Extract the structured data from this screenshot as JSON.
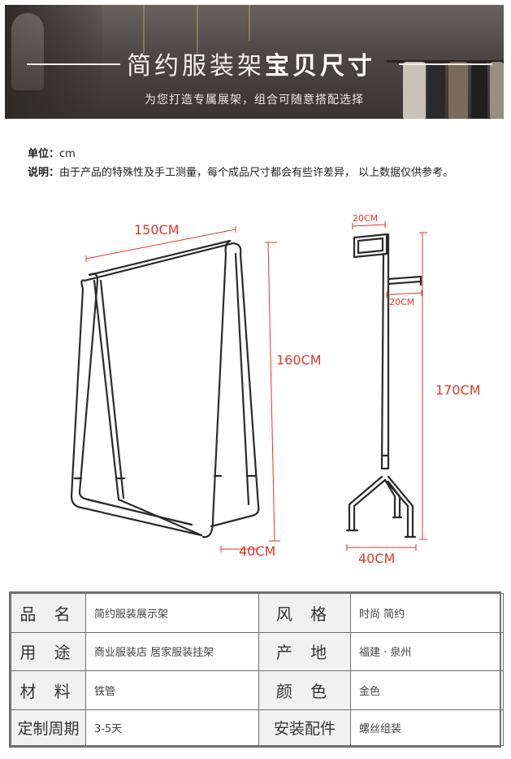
{
  "banner": {
    "title_light": "简约服装架",
    "title_bold": "宝贝尺寸",
    "subtitle": "为您打造专属展架，组合可随意搭配选择"
  },
  "notes": {
    "unit_label": "单位：",
    "unit_value": "cm",
    "desc_label": "说明：",
    "desc_value": "由于产品的特殊性及手工测量，每个成品尺寸都会有些许差异， 以上数据仅供参考。"
  },
  "dimensions": {
    "front_width": "150CM",
    "front_height": "160CM",
    "front_depth": "40CM",
    "side_top": "20CM",
    "side_arm": "20CM",
    "side_height": "170CM",
    "side_base": "40CM"
  },
  "spec_table": [
    {
      "k1": "品 名",
      "v1": "简约服装展示架",
      "k2": "风 格",
      "v2": "时尚 简约"
    },
    {
      "k1": "用 途",
      "v1": "商业服装店 居家服装挂架",
      "k2": "产 地",
      "v2": "福建 · 泉州"
    },
    {
      "k1": "材 料",
      "v1": "铁管",
      "k2": "颜 色",
      "v2": "金色"
    },
    {
      "k1": "定制周期",
      "v1": "3-5天",
      "k2": "安装配件",
      "v2": "螺丝组装"
    }
  ],
  "colors": {
    "dimension": "#e0372b",
    "frame": "#2b2b2b",
    "border": "#6f6f6f"
  }
}
